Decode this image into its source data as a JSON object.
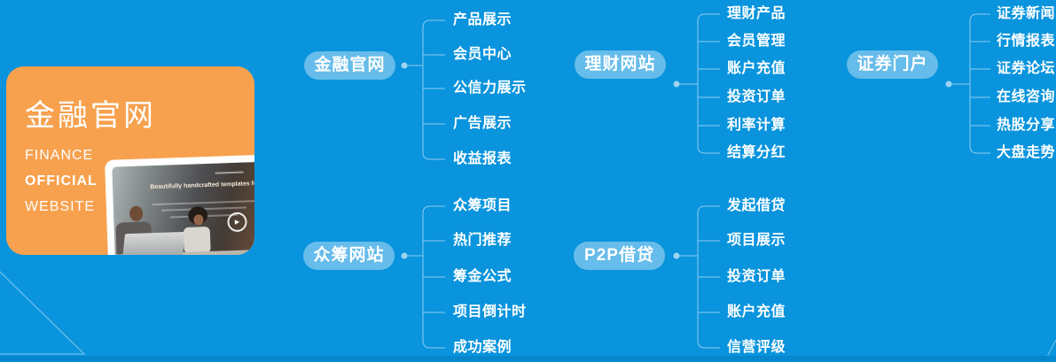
{
  "colors": {
    "background": "#0994DD",
    "footer_strip": "#0587CE",
    "card_bg": "#F7A14E",
    "pill_bg": "rgba(255,255,255,0.38)",
    "connector_line": "#8ECBEF",
    "connector_dot": "#9FD3F1",
    "text": "#FFFFFF"
  },
  "card": {
    "title": "金融官网",
    "subtitle_lines": [
      "FINANCE",
      "OFFICIAL",
      "WEBSITE"
    ],
    "screenshot": {
      "heading": "Beautifully handcrafted templates for y",
      "play_icon": "play-icon"
    }
  },
  "mindmap": {
    "branches": [
      {
        "label": "金融官网",
        "children": [
          "产品展示",
          "会员中心",
          "公信力展示",
          "广告展示",
          "收益报表"
        ]
      },
      {
        "label": "理财网站",
        "children": [
          "理财产品",
          "会员管理",
          "账户充值",
          "投资订单",
          "利率计算",
          "结算分红"
        ]
      },
      {
        "label": "证券门户",
        "children": [
          "证券新闻",
          "行情报表",
          "证券论坛",
          "在线咨询",
          "热股分享",
          "大盘走势"
        ]
      },
      {
        "label": "众筹网站",
        "children": [
          "众筹项目",
          "热门推荐",
          "筹金公式",
          "项目倒计时",
          "成功案例"
        ]
      },
      {
        "label": "P2P借贷",
        "children": [
          "发起借贷",
          "项目展示",
          "投资订单",
          "账户充值",
          "信营评级"
        ]
      }
    ]
  }
}
